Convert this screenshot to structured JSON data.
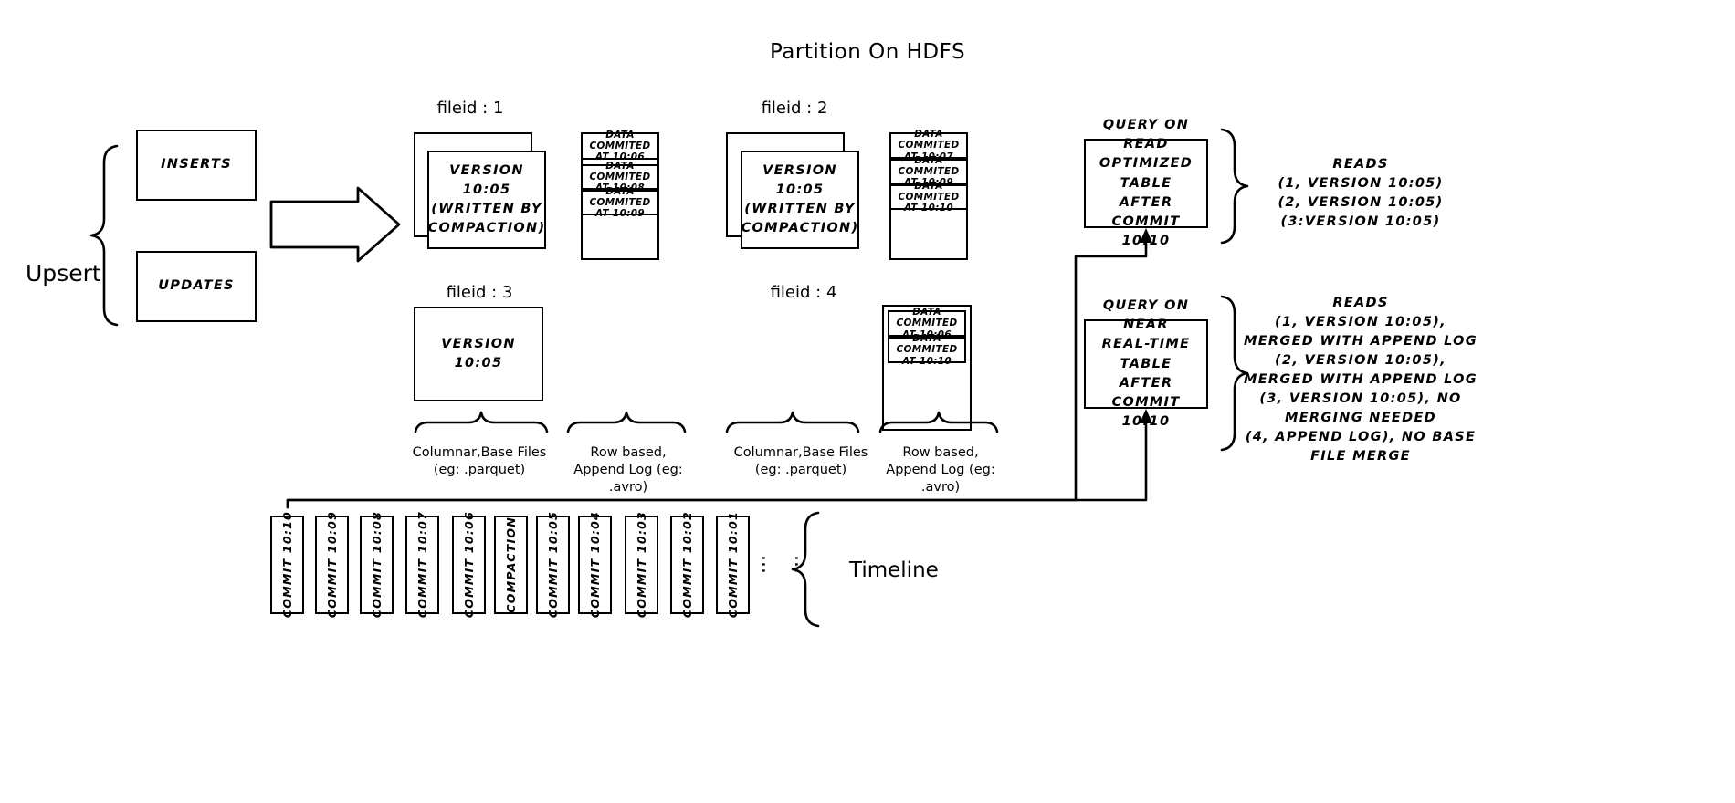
{
  "title": "Partition On HDFS",
  "left": {
    "upsert_label": "Upsert",
    "inserts_label": "INSERTS",
    "updates_label": "UPDATES",
    "commit_arrow_label": "Commit 10:10"
  },
  "file_groups": [
    {
      "header": "fileid : 1",
      "base_file_label": "VERSION 10:05\n(WRITTEN BY\nCOMPACTION)",
      "base_file_line1": "VERSION 10:05",
      "base_file_line2": "(WRITTEN BY",
      "base_file_line3": "COMPACTION)",
      "stacked": true,
      "log_entries": [
        "DATA COMMITED\nAT 10:06",
        "DATA COMMITED\nAT 10:08",
        "DATA COMMITED\nAT 10:09"
      ]
    },
    {
      "header": "fileid : 2",
      "base_file_line1": "VERSION 10:05",
      "base_file_line2": "(WRITTEN BY",
      "base_file_line3": "COMPACTION)",
      "stacked": true,
      "log_entries": [
        "DATA COMMITED\nAT 10:07",
        "DATA COMMITED\nAT 10:09",
        "DATA COMMITED\nAT 10:10"
      ]
    },
    {
      "header": "fileid : 3",
      "base_file_line1": "VERSION 10:05",
      "base_file_line2": "",
      "base_file_line3": "",
      "stacked": false,
      "log_entries": []
    },
    {
      "header": "fileid : 4",
      "base_file_line1": "",
      "base_file_line2": "",
      "base_file_line3": "",
      "stacked": false,
      "log_entries": [
        "DATA COMMITED\nAT 10:06",
        "DATA COMMITED\nAT 10:10"
      ]
    }
  ],
  "captions": {
    "columnar_1": "Columnar, Base Files\n(eg: .parquet)",
    "columnar_1_l1": "Columnar,Base Files",
    "columnar_1_l2": "(eg: .parquet)",
    "rowbased_1_l1": "Row based,",
    "rowbased_1_l2": "Append Log  (eg:",
    "rowbased_1_l3": ".avro)",
    "columnar_2_l1": "Columnar,Base Files",
    "columnar_2_l2": "(eg: .parquet)",
    "rowbased_2_l1": "Row based,",
    "rowbased_2_l2": "Append Log  (eg:",
    "rowbased_2_l3": ".avro)"
  },
  "queries": [
    {
      "name": "read-optimized",
      "box_line1": "QUERY ON READ",
      "box_line2": "OPTIMIZED TABLE",
      "box_line3": "AFTER COMMIT",
      "box_line4": "10:10",
      "reads_title": "READS",
      "reads_lines": [
        "(1, VERSION 10:05)",
        "(2, VERSION 10:05)",
        "(3:VERSION 10:05)"
      ]
    },
    {
      "name": "near-real-time",
      "box_line1": "QUERY ON NEAR",
      "box_line2": "REAL-TIME TABLE",
      "box_line3": "AFTER COMMIT",
      "box_line4": "10:10",
      "reads_title": "READS",
      "reads_lines": [
        "(1, VERSION 10:05),",
        "MERGED WITH APPEND LOG",
        "(2, VERSION 10:05),",
        "MERGED WITH APPEND LOG",
        "(3, VERSION 10:05), NO",
        "MERGING NEEDED",
        "(4, APPEND LOG), NO BASE",
        "FILE MERGE"
      ]
    }
  ],
  "timeline": {
    "label": "Timeline",
    "items": [
      "COMMIT  10:10",
      "COMMIT  10:09",
      "COMMIT  10:08",
      "COMMIT  10:07",
      "COMMIT  10:06",
      "COMPACTION",
      "COMMIT  10:05",
      "COMMIT  10:04",
      "COMMIT  10:03",
      "COMMIT  10:02",
      "COMMIT  10:01"
    ],
    "ellipsis": [
      "...",
      "..."
    ]
  },
  "colors": {
    "stroke": "#000000",
    "background": "#ffffff"
  }
}
